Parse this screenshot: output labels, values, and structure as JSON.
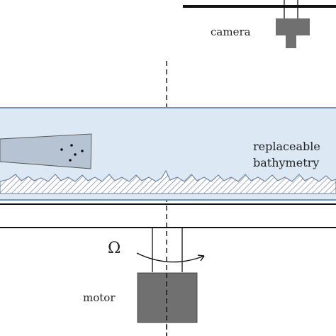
{
  "labels": {
    "camera": "camera",
    "replaceable_line1": "replaceable",
    "replaceable_line2": "bathymetry",
    "omega": "Ω",
    "motor": "motor"
  },
  "colors": {
    "water_fill": "#dce9f5",
    "water_border": "#6f94bb",
    "component_gray": "#707070",
    "outline": "#111111",
    "particle_tray": "#b6c3d2",
    "hatch": "#6b7c95"
  }
}
